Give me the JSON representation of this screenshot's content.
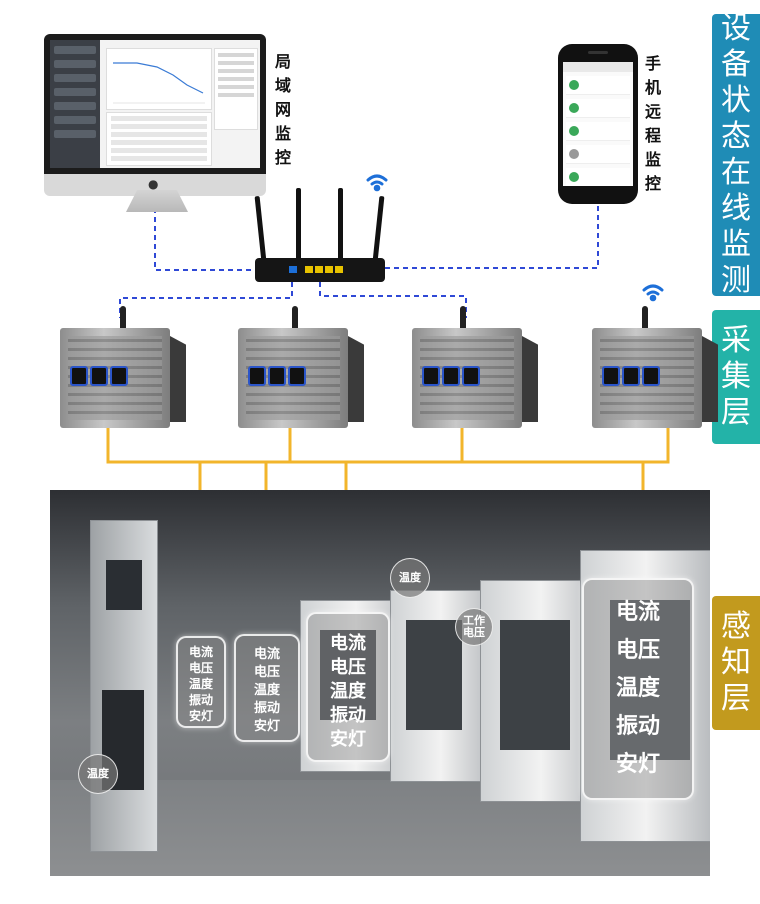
{
  "layers": {
    "monitoring": {
      "label": "设备状态在线监测",
      "color": "#1f8cb6"
    },
    "acquisition": {
      "label": "采集层",
      "color": "#23b3a8"
    },
    "sensing": {
      "label": "感知层",
      "color": "#c29a1e"
    }
  },
  "top": {
    "lan_label": "局域网监控",
    "mobile_label": "手机远程监控"
  },
  "sensor_boxes": [
    {
      "lines": [
        "电流",
        "电压",
        "温度",
        "振动",
        "安灯"
      ]
    },
    {
      "lines": [
        "电流",
        "电压",
        "温度",
        "振动",
        "安灯"
      ]
    },
    {
      "lines": [
        "电流",
        "电压",
        "温度",
        "振动",
        "安灯"
      ]
    },
    {
      "lines": [
        "电流",
        "电压",
        "温度",
        "振动",
        "安灯"
      ]
    }
  ],
  "circle_labels": {
    "temp_left": "温度",
    "temp_center": "温度",
    "work_voltage": "工作电压"
  },
  "colors": {
    "dashed_link": "#2f49d6",
    "bus_line": "#f2b52b",
    "wifi": "#1d6fd8"
  }
}
